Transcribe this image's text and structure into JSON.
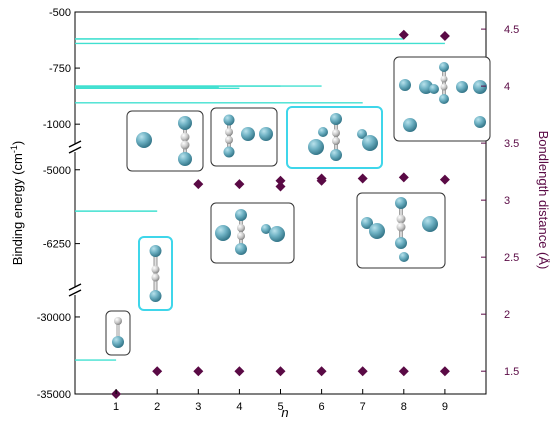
{
  "chart_data": {
    "type": "scatter",
    "xlabel": "n",
    "ylabel": "Binding energy",
    "ylabel_unit": "(cm",
    "ylabel_sup": "-1",
    "ylabel_close": ")",
    "y2label": "Bondlength distance (Å)",
    "x_ticks": [
      "1",
      "2",
      "3",
      "4",
      "5",
      "6",
      "7",
      "8",
      "9"
    ],
    "xlim": [
      0,
      10
    ],
    "y_left_ticks": [
      "-500",
      "-750",
      "-1000",
      "-5000",
      "-6250",
      "-30000",
      "-35000"
    ],
    "y_right_ticks": [
      "1.5",
      "2",
      "2.5",
      "3",
      "3.5",
      "4",
      "4.5"
    ],
    "ylim_right": [
      1.3,
      4.65
    ],
    "y_axis_breaks": true,
    "right_axis_color": "#5a0a45",
    "line_color": "#40e0d0",
    "marker_color": "#5a0a45",
    "binding_energy_lines": [
      {
        "n_end": 1,
        "energy": -32800
      },
      {
        "n_end": 2,
        "energy": -5700
      },
      {
        "n_end": 3,
        "energy": -620
      },
      {
        "n_end": 8,
        "energy": -620
      },
      {
        "n_end": 9,
        "energy": -640
      },
      {
        "n_end": 3.5,
        "energy": -835
      },
      {
        "n_end": 4,
        "energy": -840
      },
      {
        "n_end": 5,
        "energy": -830
      },
      {
        "n_end": 6,
        "energy": -830
      },
      {
        "n_end": 7,
        "energy": -905
      }
    ],
    "bondlength_series": {
      "name": "",
      "points": [
        {
          "n": 1,
          "value": 1.3
        },
        {
          "n": 2,
          "value": 1.5
        },
        {
          "n": 3,
          "value": 1.5
        },
        {
          "n": 4,
          "value": 1.5
        },
        {
          "n": 5,
          "value": 1.5
        },
        {
          "n": 6,
          "value": 1.5
        },
        {
          "n": 7,
          "value": 1.5
        },
        {
          "n": 8,
          "value": 1.5
        },
        {
          "n": 9,
          "value": 1.5
        },
        {
          "n": 3,
          "value": 3.14
        },
        {
          "n": 4,
          "value": 3.14
        },
        {
          "n": 5,
          "value": 3.12
        },
        {
          "n": 5,
          "value": 3.17
        },
        {
          "n": 6,
          "value": 3.17
        },
        {
          "n": 6,
          "value": 3.19
        },
        {
          "n": 7,
          "value": 3.19
        },
        {
          "n": 8,
          "value": 3.2
        },
        {
          "n": 9,
          "value": 3.18
        },
        {
          "n": 8,
          "value": 4.45
        },
        {
          "n": 9,
          "value": 4.44
        }
      ]
    },
    "cluster_insets": [
      {
        "n": 1,
        "highlight": false
      },
      {
        "n": 2,
        "highlight": true
      },
      {
        "n": 3,
        "highlight": false
      },
      {
        "n": 4,
        "highlight": false
      },
      {
        "n": 5,
        "highlight": false
      },
      {
        "n": 6,
        "highlight": true
      },
      {
        "n": 7,
        "highlight": false
      },
      {
        "n": 8,
        "highlight": false
      }
    ]
  }
}
